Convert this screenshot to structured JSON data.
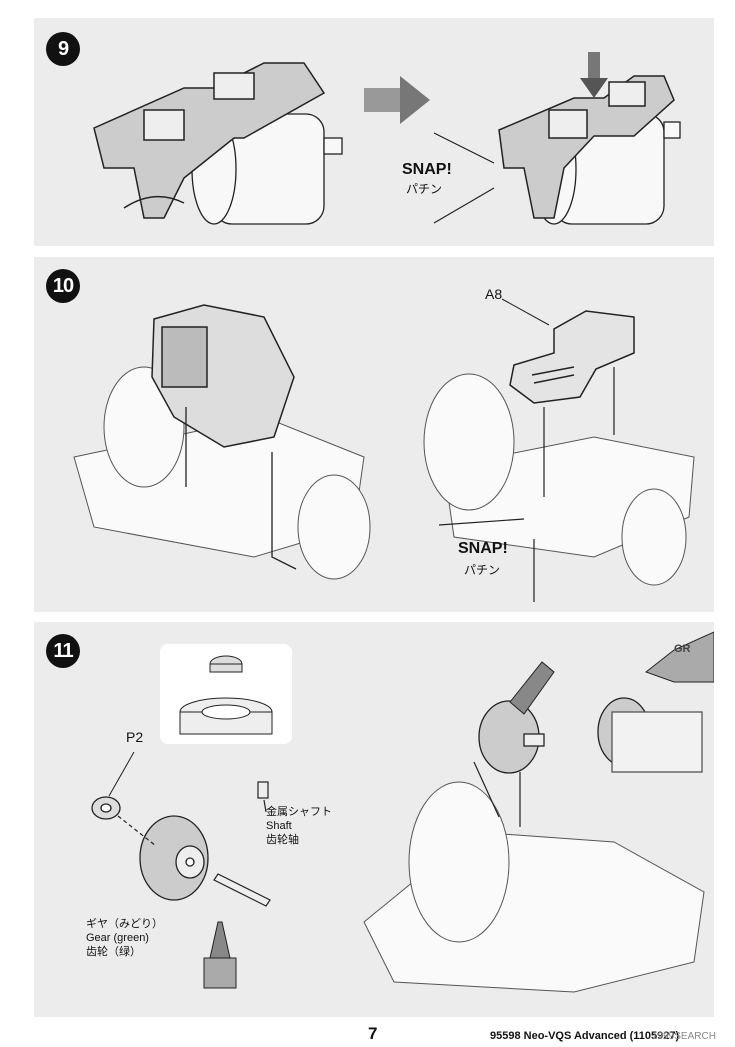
{
  "steps": {
    "step9": {
      "number": "9",
      "snap_en": "SNAP!",
      "snap_jp": "パチン"
    },
    "step10": {
      "number": "10",
      "part_label": "A8",
      "snap_en": "SNAP!",
      "snap_jp": "パチン"
    },
    "step11": {
      "number": "11",
      "part_label": "P2",
      "shaft_jp": "金属シャフト",
      "shaft_en": "Shaft",
      "shaft_cn": "齿轮轴",
      "gear_jp": "ギヤ（みどり）",
      "gear_en": "Gear (green)",
      "gear_cn": "齿轮（绿）",
      "grease_label": "GR"
    }
  },
  "footer": {
    "page_number": "7",
    "product": "95598 Neo-VQS Advanced (1105927)",
    "watermark": "1999SEARCH"
  },
  "colors": {
    "panel_bg": "#ececec",
    "badge_bg": "#111111",
    "line": "#222222"
  }
}
